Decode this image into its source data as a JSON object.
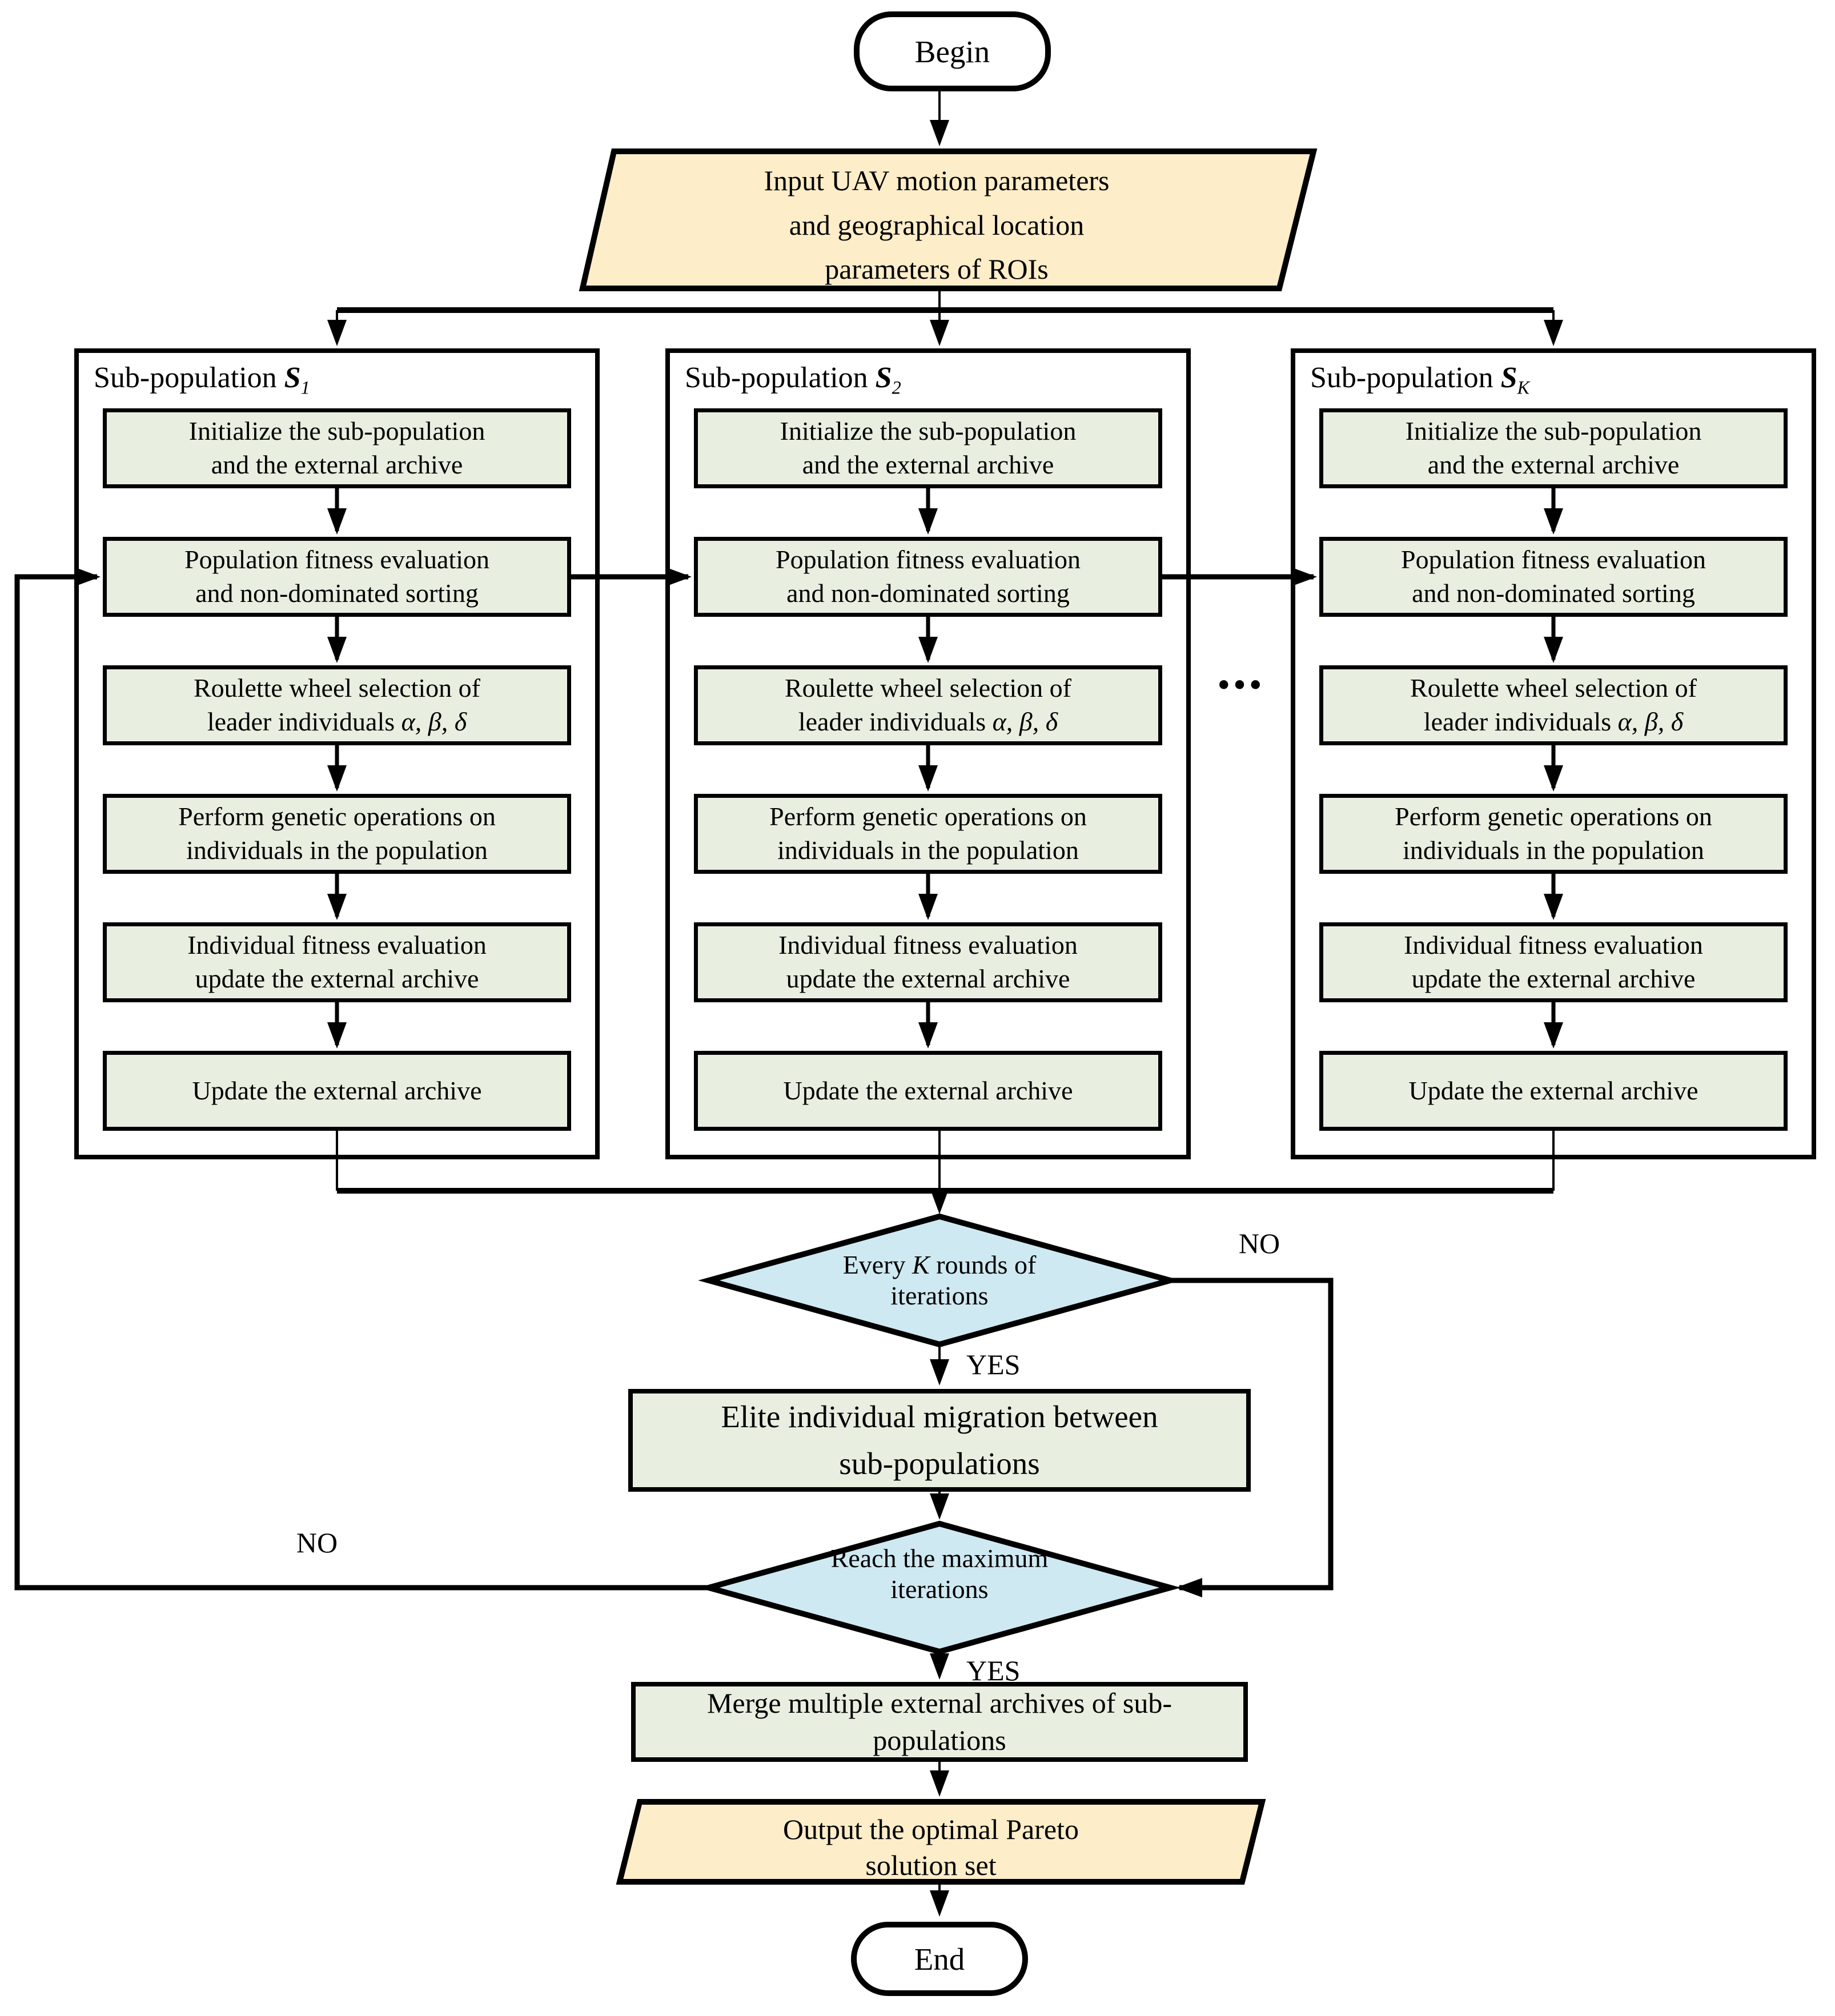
{
  "flowchart": {
    "begin_label": "Begin",
    "end_label": "End",
    "input_text": "Input UAV motion parameters\nand geographical location\nparameters of ROIs",
    "output_text": "Output the optimal Pareto\nsolution set",
    "ellipsis": "...",
    "columns": [
      {
        "title_prefix": "Sub-population ",
        "symbol": "S",
        "subscript": "1",
        "greek": "α, β, δ",
        "boxes": [
          "Initialize the sub-population\nand the external archive",
          "Population fitness evaluation\nand non-dominated sorting",
          "Roulette wheel selection of\nleader individuals ",
          "Perform genetic operations on\nindividuals in the population",
          "Individual fitness evaluation\nupdate the external archive",
          "Update the external archive"
        ]
      },
      {
        "title_prefix": "Sub-population ",
        "symbol": "S",
        "subscript": "2",
        "greek": "α, β, δ",
        "boxes": [
          "Initialize the sub-population\nand the external archive",
          "Population fitness evaluation\nand non-dominated sorting",
          "Roulette wheel selection of\nleader individuals ",
          "Perform genetic operations on\nindividuals in the population",
          "Individual fitness evaluation\nupdate the external archive",
          "Update the external archive"
        ]
      },
      {
        "title_prefix": "Sub-population ",
        "symbol": "S",
        "subscript": "K",
        "greek": "α, β, δ",
        "boxes": [
          "Initialize the sub-population\nand the external archive",
          "Population fitness evaluation\nand non-dominated sorting",
          "Roulette wheel selection of\nleader individuals ",
          "Perform genetic operations on\nindividuals in the population",
          "Individual fitness evaluation\nupdate the external archive",
          "Update the external archive"
        ]
      }
    ],
    "decision1": {
      "pre": "Every ",
      "var": "K",
      "post": " rounds of",
      "line2": "iterations",
      "yes_label": "YES",
      "no_label": "NO"
    },
    "decision2": {
      "line1": "Reach the maximum",
      "line2": "iterations",
      "yes_label": "YES",
      "no_label": "NO"
    },
    "migrate_text": "Elite individual migration between\nsub-populations",
    "merge_text": "Merge multiple external archives of sub-\npopulations",
    "colors": {
      "process_fill": "#e8efe0",
      "decision_fill": "#cfe9f2",
      "io_fill": "#fdedc8",
      "line": "#000000"
    }
  }
}
